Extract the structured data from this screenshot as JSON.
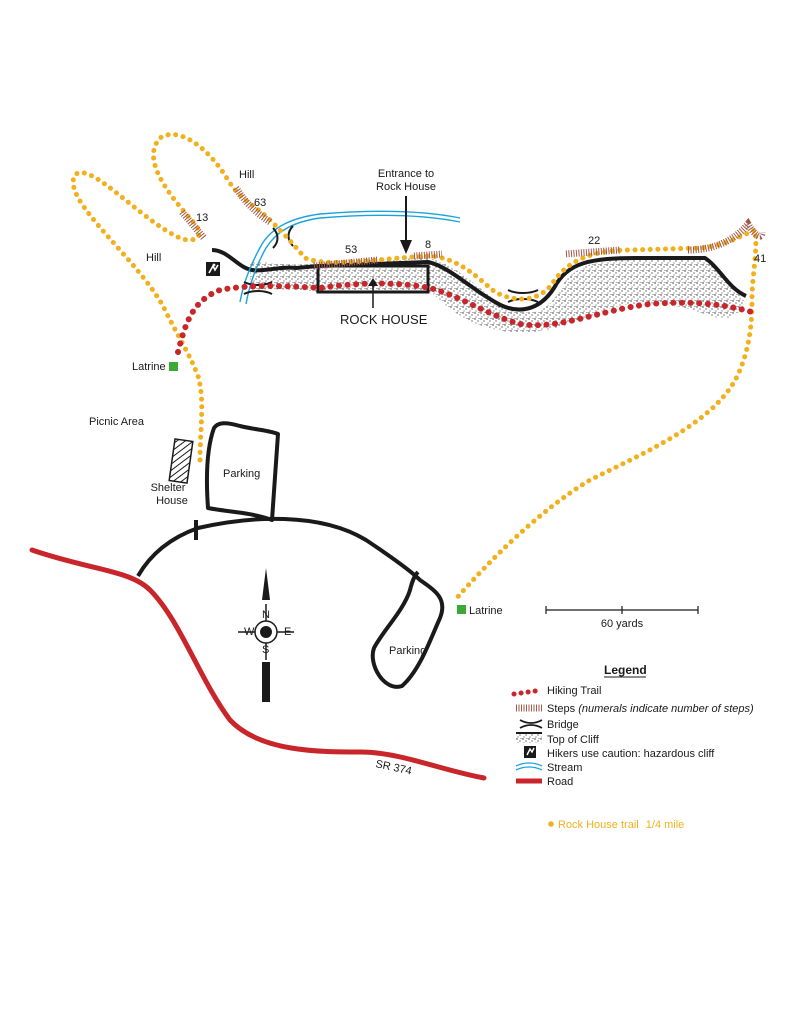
{
  "colors": {
    "hiking_trail": "#c8262b",
    "rock_house_trail": "#f2b01e",
    "steps": "#a05a4a",
    "stream": "#1aa3d9",
    "road": "#c8262b",
    "latrine": "#3aaa35",
    "line": "#1a1a1a"
  },
  "labels": {
    "hill_left": "Hill",
    "hill_top": "Hill",
    "entrance": [
      "Entrance to",
      "Rock House"
    ],
    "rock_house": "ROCK HOUSE",
    "latrine_left": "Latrine",
    "latrine_right": "Latrine",
    "picnic_area": "Picnic Area",
    "shelter_house": [
      "Shelter",
      "House"
    ],
    "parking_top": "Parking",
    "parking_bottom": "Parking",
    "road_name": "SR 374"
  },
  "step_counts": {
    "s13": "13",
    "s63": "63",
    "s53": "53",
    "s8": "8",
    "s22": "22",
    "s41": "41"
  },
  "scale": {
    "label": "60 yards"
  },
  "compass": {
    "n": "N",
    "s": "S",
    "e": "E",
    "w": "W"
  },
  "legend": {
    "title": "Legend",
    "hiking_trail": "Hiking Trail",
    "steps": "Steps",
    "steps_note": "(numerals indicate number of steps)",
    "bridge": "Bridge",
    "top_of_cliff": "Top of Cliff",
    "hazard": "Hikers use caution: hazardous cliff",
    "stream": "Stream",
    "road": "Road",
    "rock_house_trail": "Rock House trail",
    "rock_house_trail_length": "1/4 mile"
  }
}
